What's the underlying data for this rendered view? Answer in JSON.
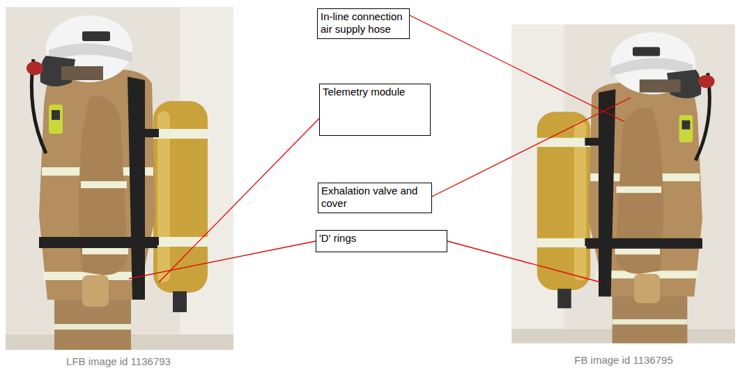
{
  "diagram": {
    "nodes": [
      {
        "text": [
          "In-line connection air supply hose"
        ]
      },
      {
        "text": [
          "Telemetry module"
        ]
      },
      {
        "text": [
          "Exhalation valve and cover"
        ]
      },
      {
        "text": [
          "'D' rings"
        ]
      }
    ],
    "labels": [
      "LFB image id 1136793",
      "FB image id 1136795"
    ]
  }
}
